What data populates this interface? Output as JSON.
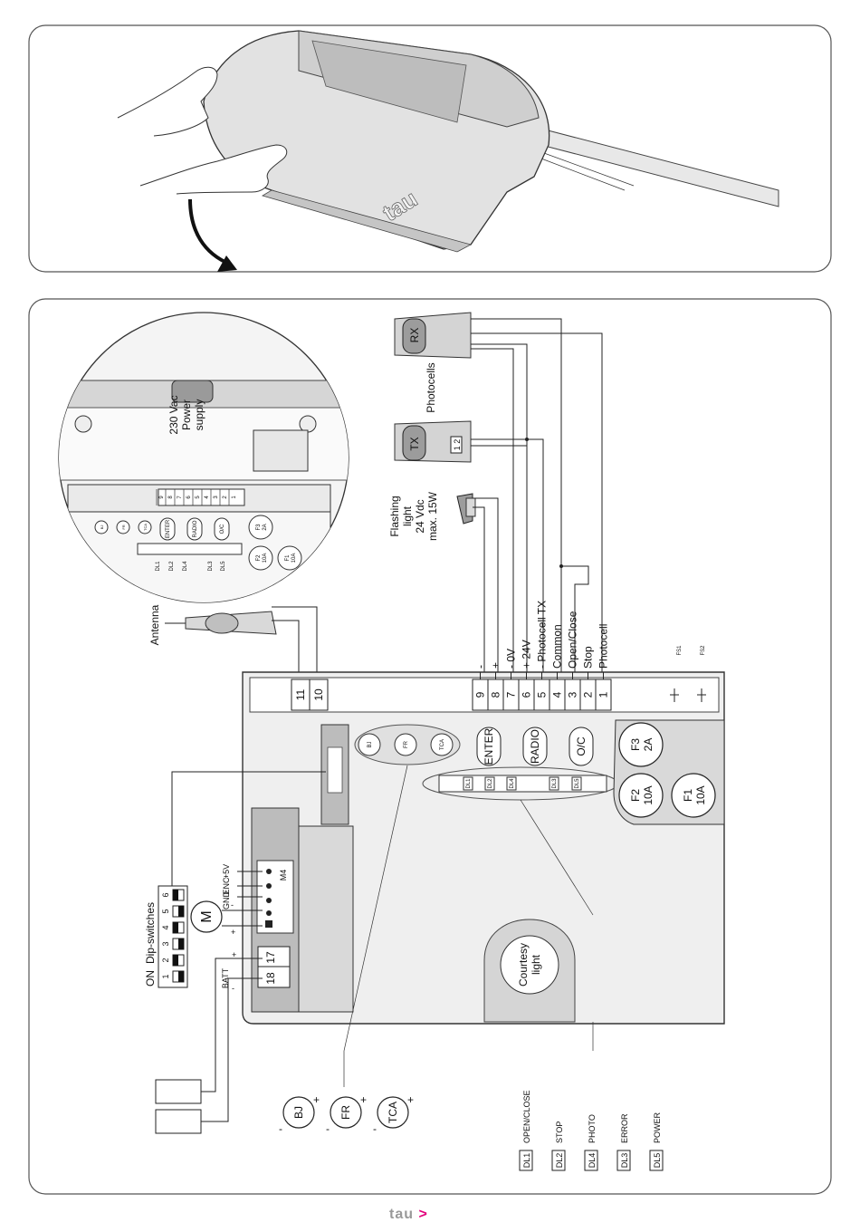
{
  "brand": {
    "logo_text": "tau",
    "logo_arrow": ">",
    "accent_color": "#e2007a"
  },
  "top_panel": {
    "housing_brand": "tau"
  },
  "zoom_detail": {
    "power_label_lines": [
      "230 Vac",
      "Power",
      "supply"
    ],
    "terminals": [
      "9",
      "8",
      "7",
      "6",
      "5",
      "4",
      "3",
      "2",
      "1"
    ],
    "buttons": [
      "ENTER",
      "RADIO",
      "O/C"
    ],
    "fuses": [
      {
        "name": "F3",
        "rating": "2A"
      },
      {
        "name": "F2",
        "rating": "10A"
      },
      {
        "name": "F1",
        "rating": "10A"
      }
    ],
    "leds": [
      "DL1",
      "DL2",
      "DL4",
      "DL3",
      "DL5"
    ],
    "trim_labels": [
      "BJ",
      "FR",
      "TCA"
    ]
  },
  "labels": {
    "antenna": "Antenna",
    "photocells": "Photocells",
    "rx": "RX",
    "tx": "TX",
    "tx_pins": "1 2",
    "flashing_light": [
      "Flashing",
      "light",
      "24 Vdc",
      "max. 15W"
    ],
    "dip_switches": "Dip-switches",
    "dip_on": "ON",
    "dip_numbers": [
      "1",
      "2",
      "3",
      "4",
      "5",
      "6"
    ],
    "motor": "M",
    "courtesy_light": [
      "Courtesy",
      "light"
    ],
    "batt": "BATT",
    "m4": "M4",
    "encoder_pins": [
      "+5V",
      "ENC",
      "GND"
    ],
    "fs1": "FS1",
    "fs2": "FS2"
  },
  "terminal_block": {
    "antenna_terminals": [
      "11",
      "10"
    ],
    "main_terminals": [
      "9",
      "8",
      "7",
      "6",
      "5",
      "4",
      "3",
      "2",
      "1"
    ],
    "battery_terminals": [
      "18",
      "17"
    ],
    "signals": [
      {
        "terminal": "9",
        "label": "-"
      },
      {
        "terminal": "8",
        "label": "+"
      },
      {
        "terminal": "7",
        "label": "- 0V"
      },
      {
        "terminal": "6",
        "label": "+ 24V"
      },
      {
        "terminal": "5",
        "label": "- Photocell TX"
      },
      {
        "terminal": "4",
        "label": "Common"
      },
      {
        "terminal": "3",
        "label": "Open/Close"
      },
      {
        "terminal": "2",
        "label": "Stop"
      },
      {
        "terminal": "1",
        "label": "Photocell"
      }
    ]
  },
  "board": {
    "buttons": [
      "ENTER",
      "RADIO",
      "O/C"
    ],
    "trimmers": [
      "BJ",
      "FR",
      "TCA"
    ],
    "led_codes": [
      "DL1",
      "DL2",
      "DL3",
      "DL4",
      "DL5"
    ],
    "fuses": [
      {
        "name": "F3",
        "rating": "2A"
      },
      {
        "name": "F2",
        "rating": "10A"
      },
      {
        "name": "F1",
        "rating": "10A"
      }
    ]
  },
  "trimmer_legend": [
    {
      "name": "BJ",
      "plus": "+",
      "minus": "-"
    },
    {
      "name": "FR",
      "plus": "+",
      "minus": "-"
    },
    {
      "name": "TCA",
      "plus": "+",
      "minus": "-"
    }
  ],
  "led_legend": [
    {
      "code": "DL1",
      "meaning": "OPEN/CLOSE"
    },
    {
      "code": "DL2",
      "meaning": "STOP"
    },
    {
      "code": "DL4",
      "meaning": "PHOTO"
    },
    {
      "code": "DL3",
      "meaning": "ERROR"
    },
    {
      "code": "DL5",
      "meaning": "POWER"
    }
  ]
}
